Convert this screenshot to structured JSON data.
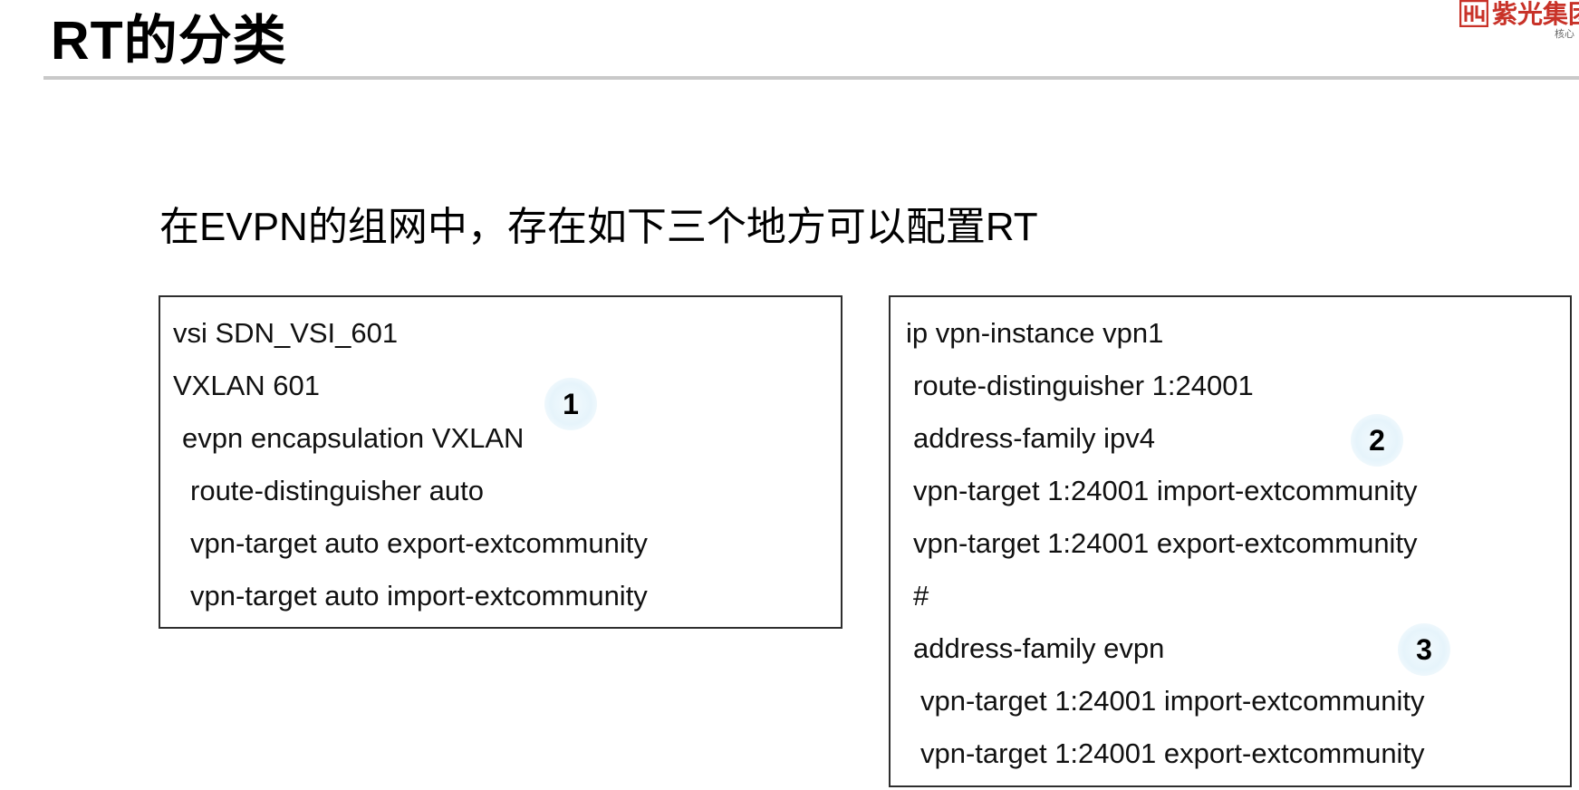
{
  "slide": {
    "title": "RT的分类",
    "subtitle": "在EVPN的组网中，存在如下三个地方可以配置RT"
  },
  "logo": {
    "text": "紫光集团",
    "subtext": "核心",
    "mark_icon": "h3c-logo-icon",
    "color": "#c83228"
  },
  "config_left": {
    "lines": [
      "vsi SDN_VSI_601",
      "VXLAN 601",
      "evpn encapsulation VXLAN",
      "route-distinguisher auto",
      "vpn-target auto export-extcommunity",
      "vpn-target auto import-extcommunity"
    ],
    "badge": "1"
  },
  "config_right": {
    "lines": [
      "ip vpn-instance vpn1",
      "route-distinguisher 1:24001",
      "address-family ipv4",
      "vpn-target 1:24001 import-extcommunity",
      "vpn-target 1:24001 export-extcommunity",
      "#",
      "address-family evpn",
      "vpn-target 1:24001 import-extcommunity",
      "vpn-target 1:24001 export-extcommunity"
    ],
    "badge_ipv4": "2",
    "badge_evpn": "3"
  },
  "colors": {
    "background": "#ffffff",
    "title_rule": "#c9c9c9",
    "box_border": "#2e2e2e",
    "badge_highlight": "#e6f4fb"
  }
}
